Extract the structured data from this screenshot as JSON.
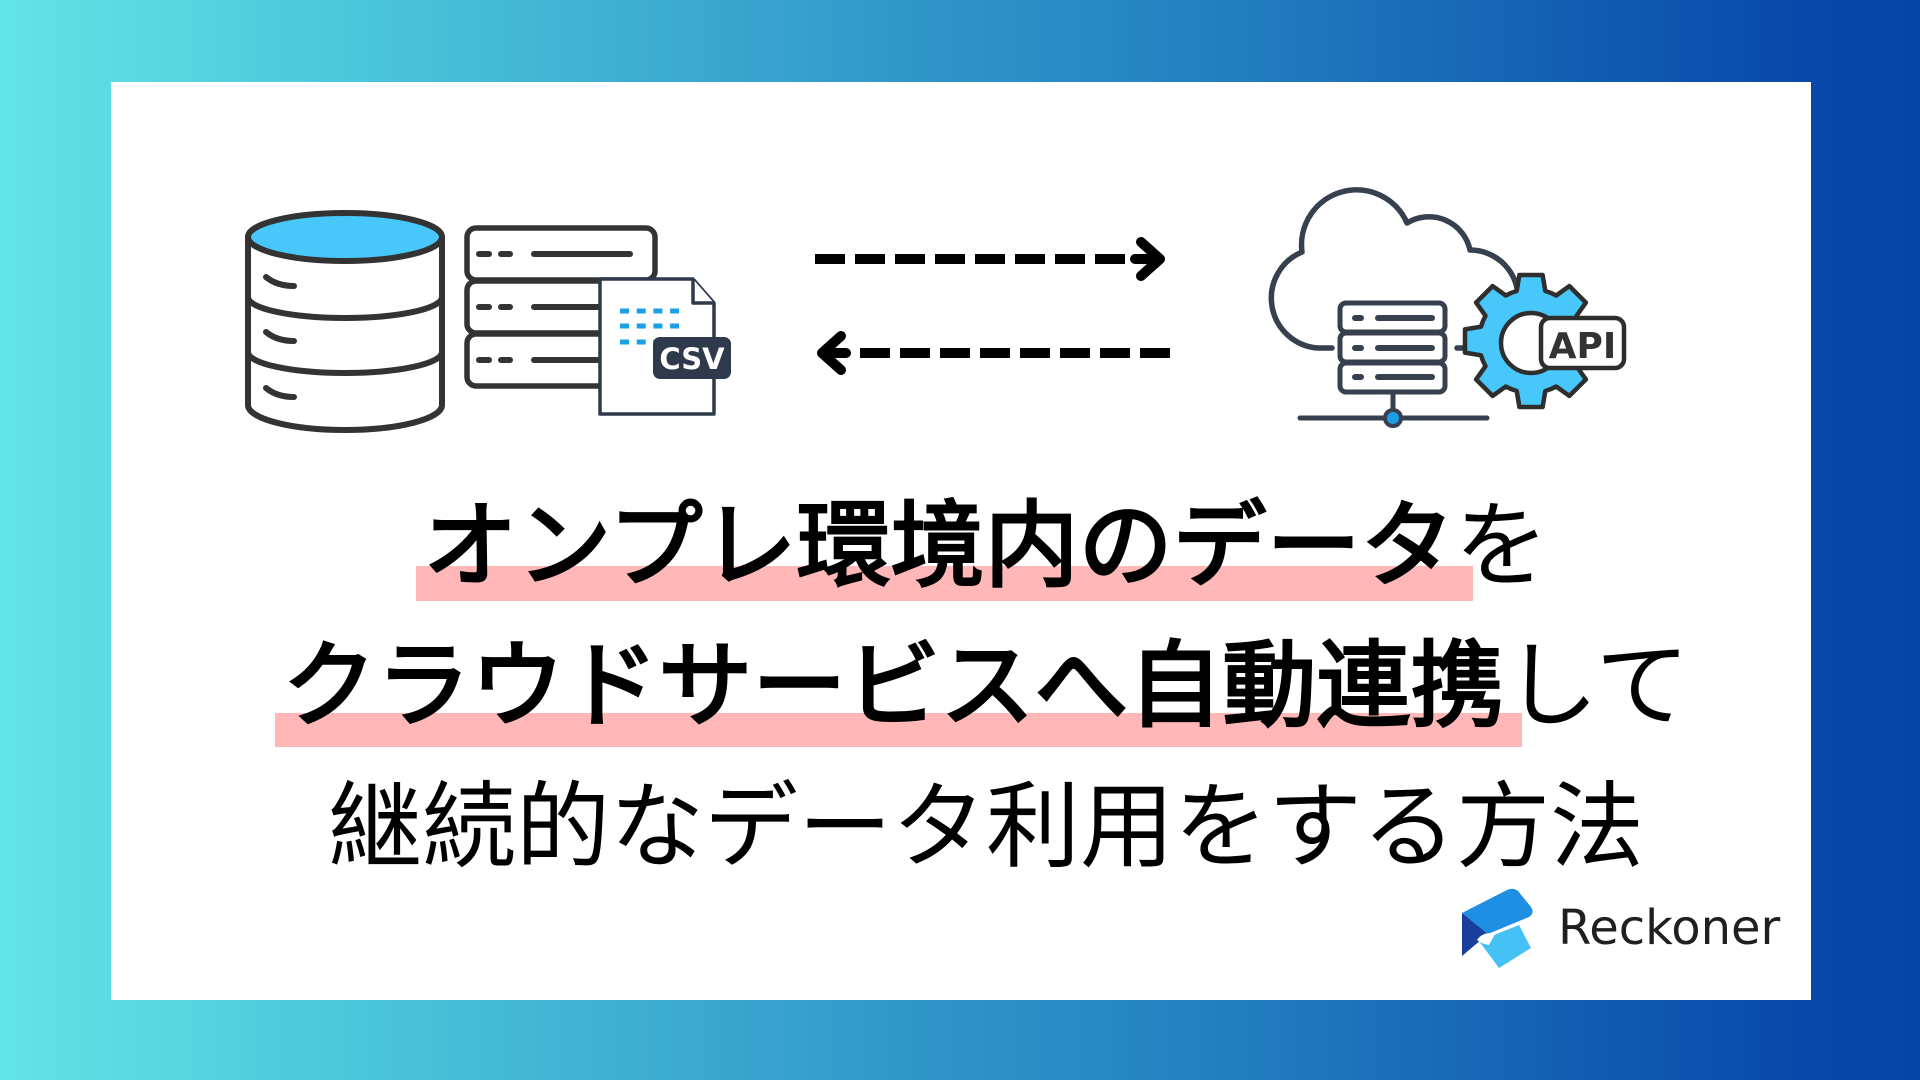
{
  "illustration": {
    "left": {
      "database_icon": "database-icon",
      "server_icon": "server-stack-icon",
      "file_icon": "csv-file-icon",
      "file_label": "CSV"
    },
    "arrows": {
      "forward_icon": "dashed-arrow-right-icon",
      "back_icon": "dashed-arrow-left-icon"
    },
    "right": {
      "cloud_icon": "cloud-icon",
      "server_icon": "cloud-server-icon",
      "gear_icon": "gear-icon",
      "api_label": "API"
    }
  },
  "headline": {
    "line1": {
      "highlighted": "オンプレ環境内のデータ",
      "rest": "を"
    },
    "line2": {
      "highlighted": "クラウドサービスへ自動連携",
      "rest": "して"
    },
    "line3": {
      "text": "継続的なデータ利用をする方法"
    }
  },
  "brand": {
    "logo_icon": "reckoner-logo-icon",
    "name": "Reckoner"
  },
  "colors": {
    "background_start": "#63e4e6",
    "background_end": "#0645a8",
    "card": "#ffffff",
    "highlight": "#ffb7b8",
    "icon_fill_blue": "#48c8fa",
    "icon_stroke": "#333333",
    "csv_dash_blue": "#1e9fe3",
    "csv_badge": "#2e3a4b",
    "network_dot": "#1a9fe6"
  }
}
